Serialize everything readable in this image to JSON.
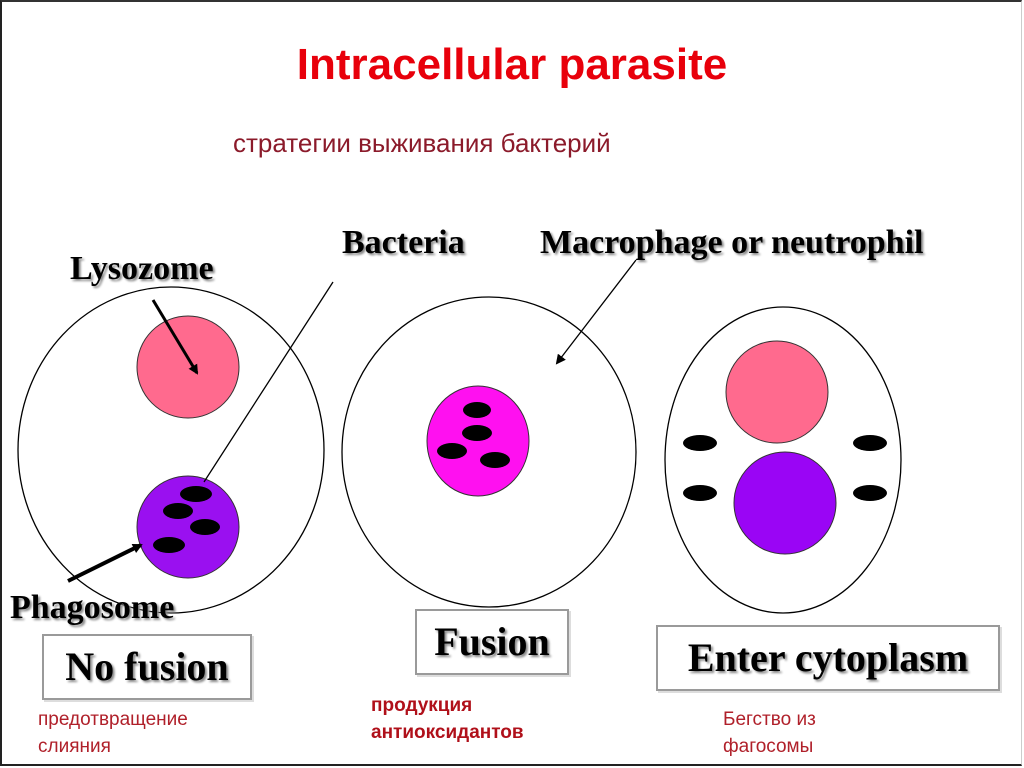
{
  "slide": {
    "title": "Intracellular parasite",
    "subtitle": "стратегии выживания бактерий"
  },
  "labels": {
    "lysozome": "Lysozome",
    "bacteria": "Bacteria",
    "cell": "Macrophage or neutrophil",
    "phagosome": "Phagosome"
  },
  "panels": [
    {
      "id": "no-fusion",
      "box_label": "No fusion",
      "note_line1": "предотвращение",
      "note_line2": "слияния",
      "colors": {
        "lysosome": "#ff6a8e",
        "phagosome": "#9a10f0",
        "bacteria": "#000000"
      }
    },
    {
      "id": "fusion",
      "box_label": "Fusion",
      "note_line1": "продукция",
      "note_line2": "антиоксидантов",
      "colors": {
        "phagolysosome": "#ff10f0",
        "bacteria": "#000000"
      }
    },
    {
      "id": "enter-cytoplasm",
      "box_label": "Enter cytoplasm",
      "note_line1": "Бегство из",
      "note_line2": "фагосомы",
      "colors": {
        "lysosome": "#ff6a8e",
        "phagosome": "#9a05f5",
        "bacteria": "#000000"
      }
    }
  ],
  "colors": {
    "title": "#e8000b",
    "subtitle": "#8b1a2a",
    "notes": "#b0202a"
  }
}
